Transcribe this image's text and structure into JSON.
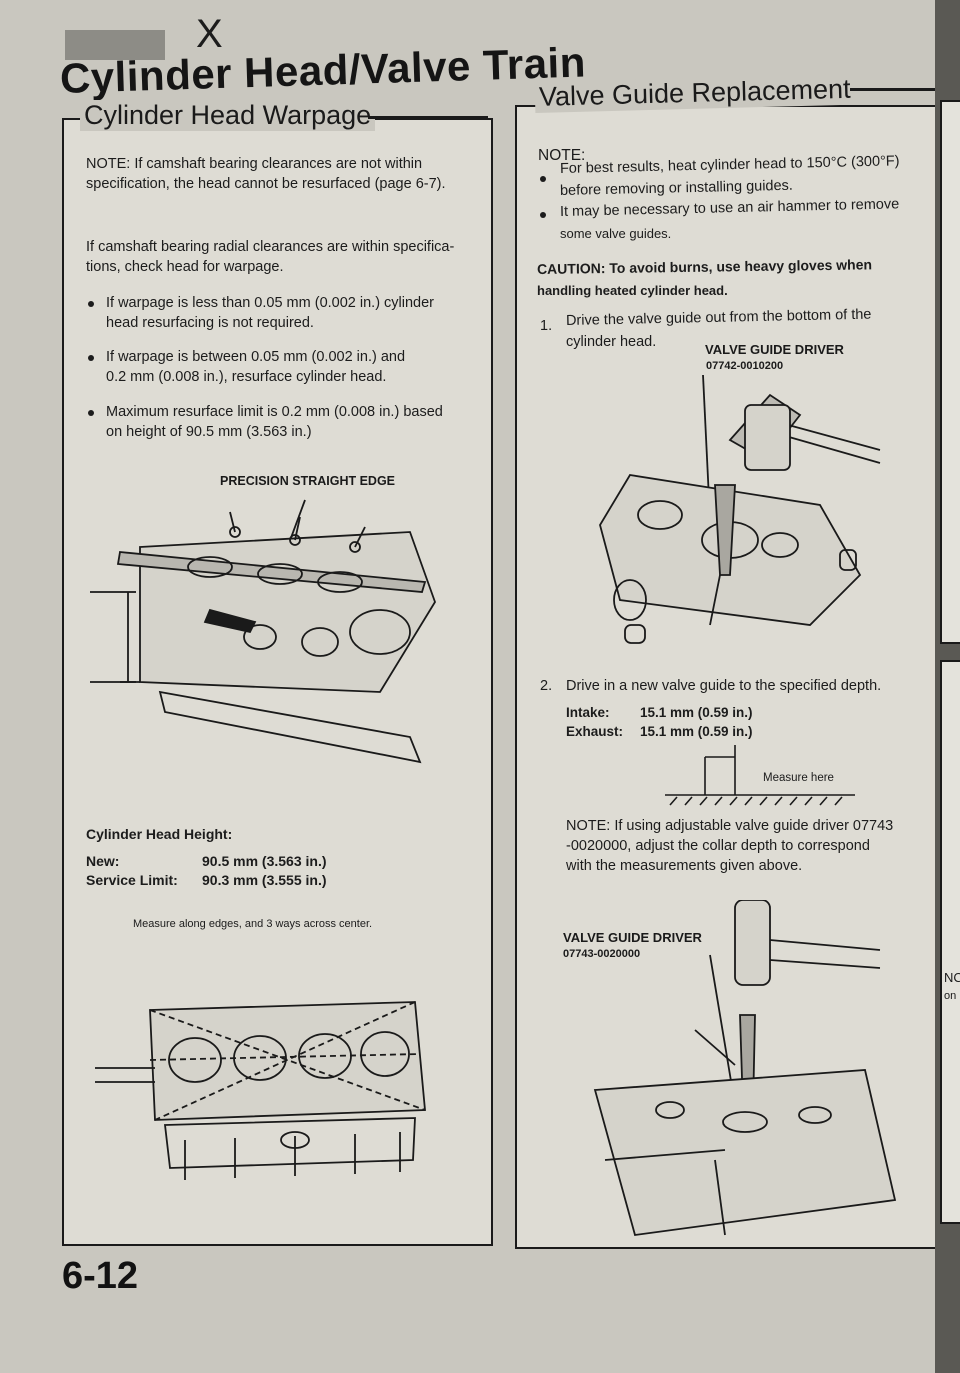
{
  "header": {
    "corner_mark": "X",
    "title": "Cylinder Head/Valve Train"
  },
  "left": {
    "section_title": "Cylinder Head Warpage",
    "note_line1": "NOTE: If camshaft bearing clearances are not within",
    "note_line2": "specification, the head cannot be resurfaced (page 6-7).",
    "intro_line1": "If camshaft bearing radial clearances are within specifica-",
    "intro_line2": "tions, check head for warpage.",
    "bullets": [
      {
        "line1": "If warpage is less than 0.05 mm (0.002 in.) cylinder",
        "line2": "head resurfacing is not required."
      },
      {
        "line1": "If warpage is between 0.05 mm (0.002 in.) and",
        "line2": "0.2 mm (0.008 in.), resurface cylinder head."
      },
      {
        "line1": "Maximum resurface limit is 0.2 mm (0.008 in.) based",
        "line2": "on height of 90.5 mm (3.563 in.)"
      }
    ],
    "straight_edge_label": "PRECISION STRAIGHT EDGE",
    "height_heading": "Cylinder Head Height:",
    "new_label": "New:",
    "new_value": "90.5 mm (3.563 in.)",
    "limit_label": "Service Limit:",
    "limit_value": "90.3 mm (3.555 in.)",
    "measure_caption": "Measure along edges, and 3 ways across center."
  },
  "right": {
    "section_title": "Valve Guide Replacement",
    "note_heading": "NOTE:",
    "note_bullets": [
      {
        "line1": "For best results, heat cylinder head to 150°C (300°F)",
        "line2": "before removing or installing guides."
      },
      {
        "line1": "It may be necessary to use an air hammer to remove",
        "line2": "some valve guides."
      }
    ],
    "caution_line1": "CAUTION: To avoid burns, use heavy gloves when",
    "caution_line2": "handling heated cylinder head.",
    "step1_num": "1.",
    "step1_line1": "Drive the valve guide out from the bottom of the",
    "step1_line2": "cylinder head.",
    "tool1_name": "VALVE GUIDE DRIVER",
    "tool1_number": "07742-0010200",
    "step2_num": "2.",
    "step2_text": "Drive in a new valve guide to the specified depth.",
    "intake_label": "Intake:",
    "intake_value": "15.1 mm (0.59 in.)",
    "exhaust_label": "Exhaust:",
    "exhaust_value": "15.1 mm (0.59 in.)",
    "measure_here": "Measure here",
    "note2_line1": "NOTE: If using adjustable valve guide driver 07743",
    "note2_line2": "-0020000, adjust the collar depth to correspond",
    "note2_line3": "with the measurements given above.",
    "tool2_name": "VALVE GUIDE DRIVER",
    "tool2_number": "07743-0020000"
  },
  "edge_text": {
    "a": "NC",
    "b": "on"
  },
  "page_number": "6-12"
}
